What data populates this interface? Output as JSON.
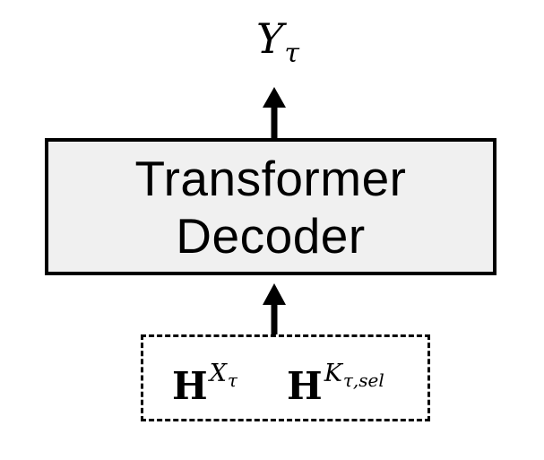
{
  "output": {
    "symbol": "Y",
    "subscript": "τ"
  },
  "decoder": {
    "line1": "Transformer",
    "line2": "Decoder"
  },
  "inputs": [
    {
      "base": "H",
      "superscript": "X",
      "superscript_subscript": "τ"
    },
    {
      "base": "H",
      "superscript": "K",
      "superscript_subscript": "τ,sel"
    }
  ],
  "colors": {
    "box_fill": "#f0f0f0",
    "stroke": "#000000"
  }
}
